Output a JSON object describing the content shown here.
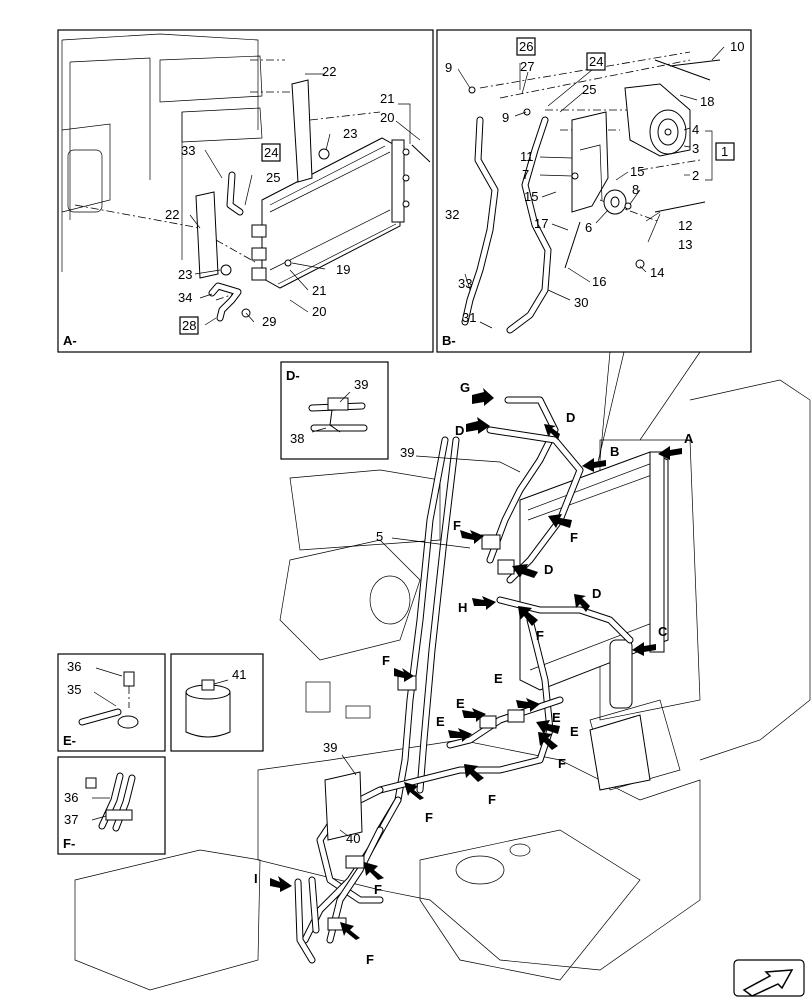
{
  "panels": {
    "A": {
      "label": "A-"
    },
    "B": {
      "label": "B-"
    },
    "D": {
      "label": "D-"
    },
    "E": {
      "label": "E-"
    },
    "F": {
      "label": "F-"
    }
  },
  "callouts_a": {
    "c22a": "22",
    "c21a": "21",
    "c20a": "20",
    "c23a": "23",
    "c33": "33",
    "c24": "24",
    "c25": "25",
    "c22b": "22",
    "c23b": "23",
    "c34": "34",
    "c28": "28",
    "c29": "29",
    "c19": "19",
    "c21b": "21",
    "c20b": "20"
  },
  "callouts_b": {
    "c26": "26",
    "c27": "27",
    "c24": "24",
    "c10": "10",
    "c9a": "9",
    "c9b": "9",
    "c25": "25",
    "c18": "18",
    "c4": "4",
    "c3": "3",
    "c1": "1",
    "c11": "11",
    "c7": "7",
    "c15a": "15",
    "c15b": "15",
    "c2": "2",
    "c8": "8",
    "c32": "32",
    "c17": "17",
    "c6": "6",
    "c12": "12",
    "c13": "13",
    "c14": "14",
    "c16": "16",
    "c33": "33",
    "c30": "30",
    "c31": "31"
  },
  "callouts_d": {
    "c39": "39",
    "c38": "38"
  },
  "callouts_e": {
    "c36": "36",
    "c35": "35"
  },
  "callouts_f": {
    "c36": "36",
    "c37": "37"
  },
  "callouts_41": {
    "c41": "41"
  },
  "callouts_main": {
    "c39a": "39",
    "c5": "5",
    "c39b": "39",
    "c40": "40"
  },
  "view_arrows": {
    "G": "G",
    "D1": "D",
    "D2": "D",
    "B": "B",
    "A": "A",
    "F1": "F",
    "F2": "F",
    "D3": "D",
    "H": "H",
    "F3": "F",
    "D4": "D",
    "C": "C",
    "F4": "F",
    "E1": "E",
    "E2": "E",
    "E3": "E",
    "E4": "E",
    "E5": "E",
    "F5": "F",
    "F6": "F",
    "F7": "F",
    "F8": "F",
    "F9": "F",
    "I": "I",
    "F10": "F"
  }
}
